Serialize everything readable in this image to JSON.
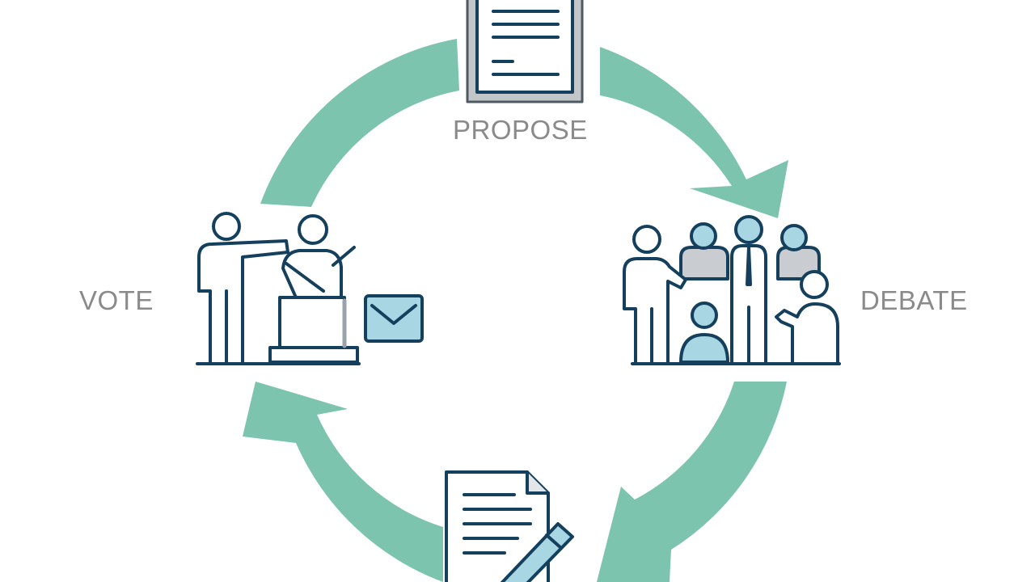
{
  "stages": {
    "propose": {
      "label": "PROPOSE",
      "icon": "proposal-document-icon"
    },
    "debate": {
      "label": "DEBATE",
      "icon": "debate-group-icon"
    },
    "vote": {
      "label": "VOTE",
      "icon": "ballot-vote-icon"
    },
    "draft": {
      "label": "",
      "icon": "document-pen-icon"
    }
  },
  "colors": {
    "arrow": "#7cc4ad",
    "stroke": "#14405e",
    "accent": "#a8d6e3",
    "paper": "#ffffff",
    "label": "#8a8a8a"
  }
}
